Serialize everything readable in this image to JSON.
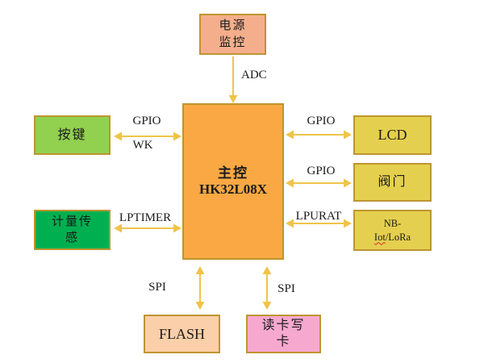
{
  "diagram": {
    "colors": {
      "background": "#FFFFFF",
      "arrow": "#EFC44A",
      "box_border": "#BE9530",
      "text": "#1B1B1B",
      "spellcheck_underline": "#E03030"
    },
    "nodes": {
      "power_monitor": {
        "line1": "电源",
        "line2": "监控",
        "fill": "#F5AE8B"
      },
      "mcu": {
        "line1": "主控",
        "line2": "HK32L08X",
        "fill": "#F9A843"
      },
      "keys": {
        "label": "按键",
        "fill": "#92D050"
      },
      "meter_sensor": {
        "line1": "计量传",
        "line2": "感",
        "fill": "#00B050"
      },
      "lcd": {
        "label": "LCD",
        "fill": "#E5CF4F"
      },
      "valve": {
        "label": "阀门",
        "fill": "#E5CF4F"
      },
      "nb_iot_lora": {
        "line1": "NB-",
        "line2_word": "Iot",
        "line2_rest": "/LoRa",
        "fill": "#E5CF4F"
      },
      "flash": {
        "label": "FLASH",
        "fill": "#FBCFA9"
      },
      "card_reader": {
        "line1": "读卡写",
        "line2": "卡",
        "fill": "#F7A8CF"
      }
    },
    "links": {
      "adc": "ADC",
      "gpio_wk_line1": "GPIO",
      "gpio_wk_line2": "WK",
      "lptimer": "LPTIMER",
      "gpio_lcd": "GPIO",
      "gpio_valve": "GPIO",
      "lpurat": "LPURAT",
      "spi_flash": "SPI",
      "spi_card": "SPI"
    }
  }
}
